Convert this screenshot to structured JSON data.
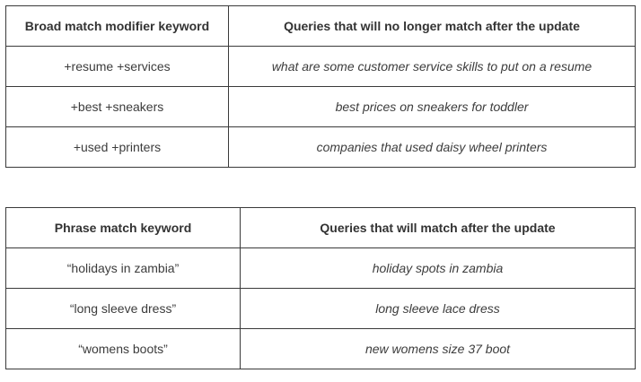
{
  "table1": {
    "headers": [
      "Broad match modifier keyword",
      "Queries that will no longer match after the update"
    ],
    "rows": [
      {
        "keyword": "+resume +services",
        "query": "what are some customer service skills to put on a resume"
      },
      {
        "keyword": "+best +sneakers",
        "query": "best prices on sneakers for toddler"
      },
      {
        "keyword": "+used +printers",
        "query": "companies that used daisy wheel printers"
      }
    ]
  },
  "table2": {
    "headers": [
      "Phrase match keyword",
      "Queries that will match after the update"
    ],
    "rows": [
      {
        "keyword": "“holidays in zambia”",
        "query": "holiday spots in zambia"
      },
      {
        "keyword": "“long sleeve dress”",
        "query": "long sleeve lace dress"
      },
      {
        "keyword": "“womens boots”",
        "query": "new womens size 37 boot"
      }
    ]
  }
}
